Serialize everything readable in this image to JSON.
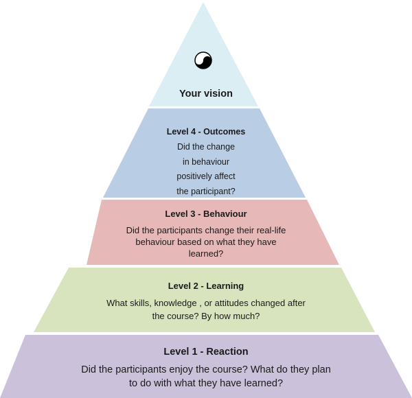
{
  "colors": {
    "vision": "#dbeef4",
    "level4": "#b9cde5",
    "level3": "#e6b9b8",
    "level2": "#d7e4bd",
    "level1": "#ccc1da"
  },
  "vision": {
    "icon": "yin-yang-icon",
    "title": "Your vision"
  },
  "levels": [
    {
      "title": "Level 4  - Outcomes",
      "lines": [
        "Did the change",
        "in behaviour",
        "positively affect",
        "the participant?"
      ]
    },
    {
      "title": "Level 3 - Behaviour",
      "lines": [
        "Did the participants change their real-life",
        "behaviour based on what they have",
        "learned?"
      ]
    },
    {
      "title": "Level 2 - Learning",
      "lines": [
        "What skills, knowledge , or attitudes changed after",
        "the course? By how much?"
      ]
    },
    {
      "title": "Level 1 - Reaction",
      "lines": [
        "Did the participants enjoy the course? What do they plan",
        "to do with what they have learned?"
      ]
    }
  ]
}
